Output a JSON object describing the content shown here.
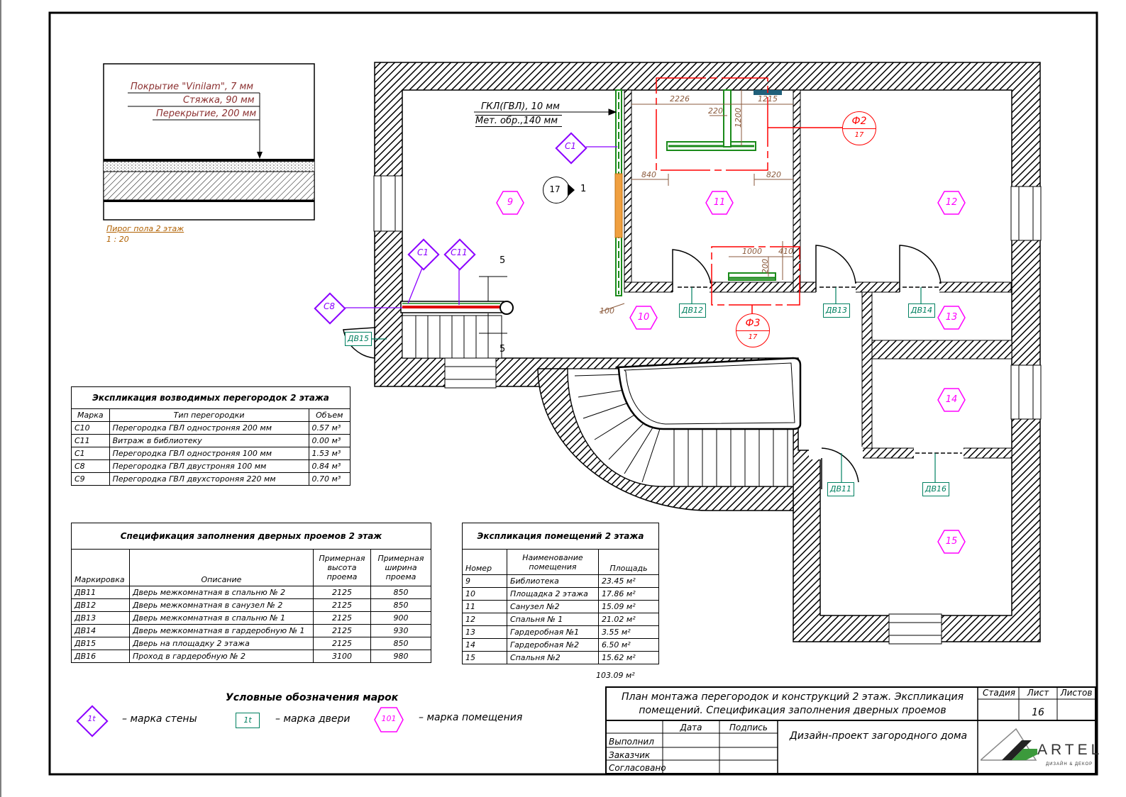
{
  "floor_pie": {
    "layers": [
      "Покрытие \"Vinilam\", 7 мм",
      "Стяжка, 90 мм",
      "Перекрытие, 200 мм"
    ],
    "caption": "Пирог пола 2 этаж",
    "scale": "1 : 20"
  },
  "wall_callout": {
    "line1": "ГКЛ(ГВЛ), 10 мм",
    "line2": "Мет. обр.,140 мм"
  },
  "wall_marks": {
    "c1_a": "С1",
    "c1_b": "С1",
    "c11": "С11",
    "c8": "С8"
  },
  "room_marks": [
    "9",
    "10",
    "11",
    "12",
    "13",
    "14",
    "15"
  ],
  "door_marks": [
    "ДВ11",
    "ДВ12",
    "ДВ13",
    "ДВ14",
    "ДВ15",
    "ДВ16"
  ],
  "fragments": [
    {
      "label": "Ф2",
      "sheet": "17"
    },
    {
      "label": "Ф3",
      "sheet": "17"
    }
  ],
  "view_marker": {
    "sheet": "17",
    "number": "1"
  },
  "dimensions": {
    "d2226": "2226",
    "d220": "220",
    "d1200": "1200",
    "d1215": "1215",
    "d840": "840",
    "d820": "820",
    "d1000": "1000",
    "d410": "410",
    "d200": "200",
    "d100": "100",
    "d5a": "5",
    "d5b": "5"
  },
  "partitions_table": {
    "title": "Экспликация возводимых перегородок 2 этажа",
    "headers": [
      "Марка",
      "Тип перегородки",
      "Объем"
    ],
    "rows": [
      [
        "С10",
        "Перегородка ГВЛ одностроняя 200 мм",
        "0.57 м³"
      ],
      [
        "С11",
        "Витраж в библиотеку",
        "0.00 м³"
      ],
      [
        "С1",
        "Перегородка ГВЛ одностроняя 100 мм",
        "1.53 м³"
      ],
      [
        "С8",
        "Перегородка ГВЛ двустроняя 100 мм",
        "0.84 м³"
      ],
      [
        "С9",
        "Перегородка ГВЛ двухстороняя 220 мм",
        "0.70 м³"
      ]
    ]
  },
  "doors_table": {
    "title": "Спецификация заполнения дверных проемов 2 этаж",
    "headers": [
      "Маркировка",
      "Описание",
      "Примерная высота проема",
      "Примерная ширина проема"
    ],
    "rows": [
      [
        "ДВ11",
        "Дверь межкомнатная в спальню № 2",
        "2125",
        "850"
      ],
      [
        "ДВ12",
        "Дверь межкомнатная в санузел № 2",
        "2125",
        "850"
      ],
      [
        "ДВ13",
        "Дверь межкомнатная в спальню № 1",
        "2125",
        "900"
      ],
      [
        "ДВ14",
        "Дверь межкомнатная в гардеробную № 1",
        "2125",
        "930"
      ],
      [
        "ДВ15",
        "Дверь на площадку 2 этажа",
        "2125",
        "850"
      ],
      [
        "ДВ16",
        "Проход в гардеробную № 2",
        "3100",
        "980"
      ]
    ]
  },
  "rooms_table": {
    "title": "Экспликация помещений 2 этажа",
    "headers": [
      "Номер",
      "Наименование помещения",
      "Площадь"
    ],
    "rows": [
      [
        "9",
        "Библиотека",
        "23.45 м²"
      ],
      [
        "10",
        "Площадка 2 этажа",
        "17.86 м²"
      ],
      [
        "11",
        "Санузел №2",
        "15.09 м²"
      ],
      [
        "12",
        "Спальня № 1",
        "21.02 м²"
      ],
      [
        "13",
        "Гардеробная №1",
        "3.55 м²"
      ],
      [
        "14",
        "Гардеробная №2",
        "6.50 м²"
      ],
      [
        "15",
        "Спальня №2",
        "15.62 м²"
      ]
    ],
    "total": "103.09 м²"
  },
  "legend": {
    "title": "Условные обозначения марок",
    "wall_sample": "1t",
    "wall_text": "– марка стены",
    "door_sample": "1t",
    "door_text": "– марка двери",
    "room_sample": "101",
    "room_text": "– марка помещения"
  },
  "title_block": {
    "sheet_title": "План монтажа перегородок и конструкций 2 этаж. Экспликация помещений. Спецификация заполнения дверных проемов",
    "stage_label": "Стадия",
    "sheet_label": "Лист",
    "sheets_label": "Листов",
    "sheet_number": "16",
    "date_label": "Дата",
    "sign_label": "Подпись",
    "role1": "Выполнил",
    "role2": "Заказчик",
    "role3": "Согласовано",
    "project": "Дизайн-проект загородного дома",
    "logo_text": "ARTEL",
    "logo_sub": "ДИЗАЙН & ДЕКОР"
  },
  "colors": {
    "wall_mark": "#8b00ff",
    "room_mark": "#ff00ff",
    "door_mark": "#008060",
    "fragment": "#ff0000",
    "dim": "#8b5a3c",
    "partition": "#1a8a1a"
  }
}
